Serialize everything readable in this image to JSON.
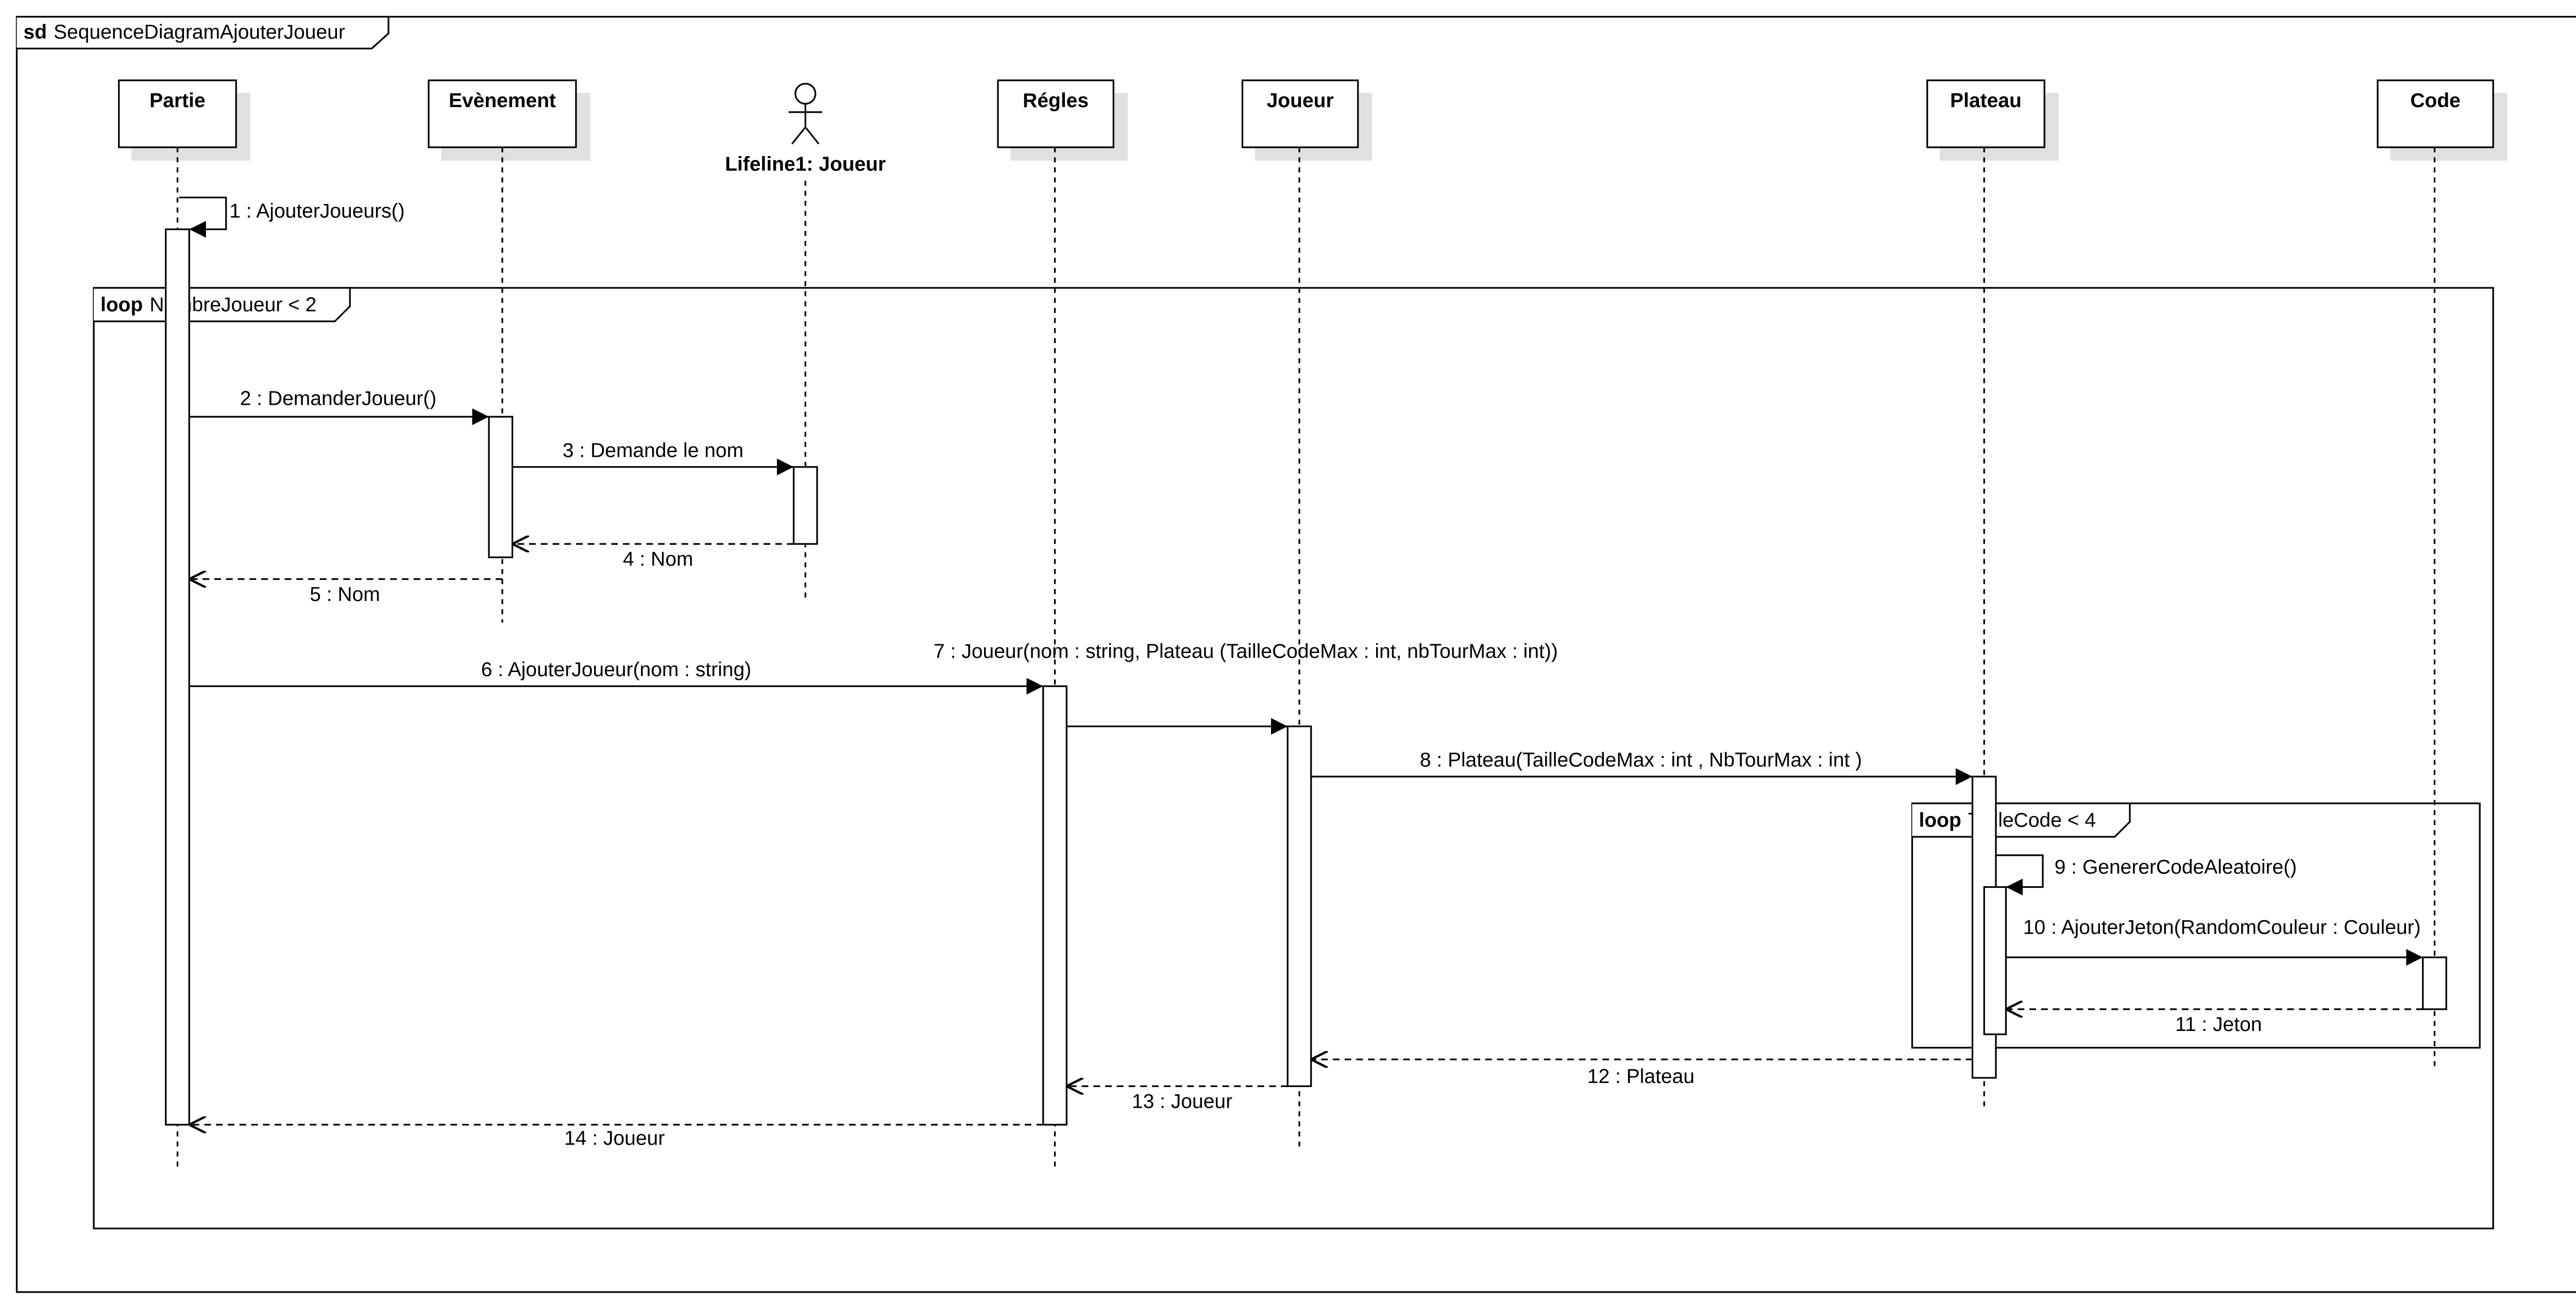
{
  "frame": {
    "keyword": "sd",
    "name": "SequenceDiagramAjouterJoueur"
  },
  "lifelines": {
    "partie": "Partie",
    "evenement": "Evènement",
    "actor": "Lifeline1: Joueur",
    "regles": "Régles",
    "joueur": "Joueur",
    "plateau": "Plateau",
    "code": "Code"
  },
  "fragments": {
    "outer": {
      "operator": "loop",
      "guard": "NombreJoueur < 2"
    },
    "inner": {
      "operator": "loop",
      "guard": "TailleCode < 4"
    }
  },
  "messages": {
    "m1": "1 : AjouterJoueurs()",
    "m2": "2 : DemanderJoueur()",
    "m3": "3 : Demande le nom",
    "m4": "4 : Nom",
    "m5": "5 : Nom",
    "m6": "6 : AjouterJoueur(nom : string)",
    "m7": "7 : Joueur(nom : string, Plateau (TailleCodeMax : int, nbTourMax : int))",
    "m8": "8 : Plateau(TailleCodeMax : int , NbTourMax : int )",
    "m9": "9 : GenererCodeAleatoire()",
    "m10": "10 : AjouterJeton(RandomCouleur : Couleur)",
    "m11": "11 : Jeton",
    "m12": "12 : Plateau",
    "m13": "13 : Joueur",
    "m14": "14 : Joueur"
  }
}
